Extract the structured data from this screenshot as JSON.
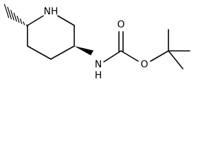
{
  "molecule": {
    "atoms": {
      "nh_ring": "NH",
      "nh_carbamate": "N",
      "nh_carbamate_h": "H",
      "carbonyl_o": "O",
      "ester_o": "O"
    }
  }
}
